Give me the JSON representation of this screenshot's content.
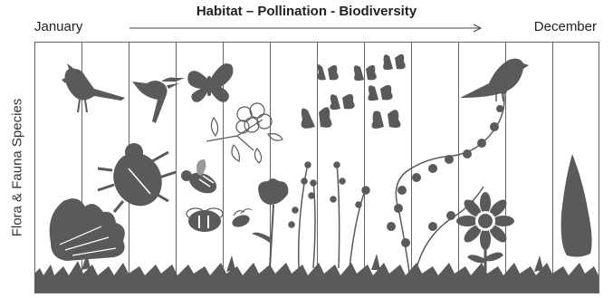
{
  "title": "Habitat – Pollination - Biodiversity",
  "timeline": {
    "start_label": "January",
    "end_label": "December"
  },
  "ylabel": "Flora & Fauna Species",
  "colors": {
    "silhouette": "#5a5a5a",
    "grid": "#666666",
    "background": "#ffffff"
  },
  "icons": [
    "cardinal-bird-icon",
    "hummingbird-icon",
    "butterfly-icon",
    "beetle-icon",
    "lettuce-icon",
    "bee-icon",
    "bumblebee-icon",
    "blossom-branch-icon",
    "poppy-flower-icon",
    "wildflower-icon",
    "butterfly-swarm-icon",
    "climbing-vine-icon",
    "songbird-icon",
    "sunflower-icon",
    "evergreen-tree-icon",
    "grass-icon"
  ]
}
